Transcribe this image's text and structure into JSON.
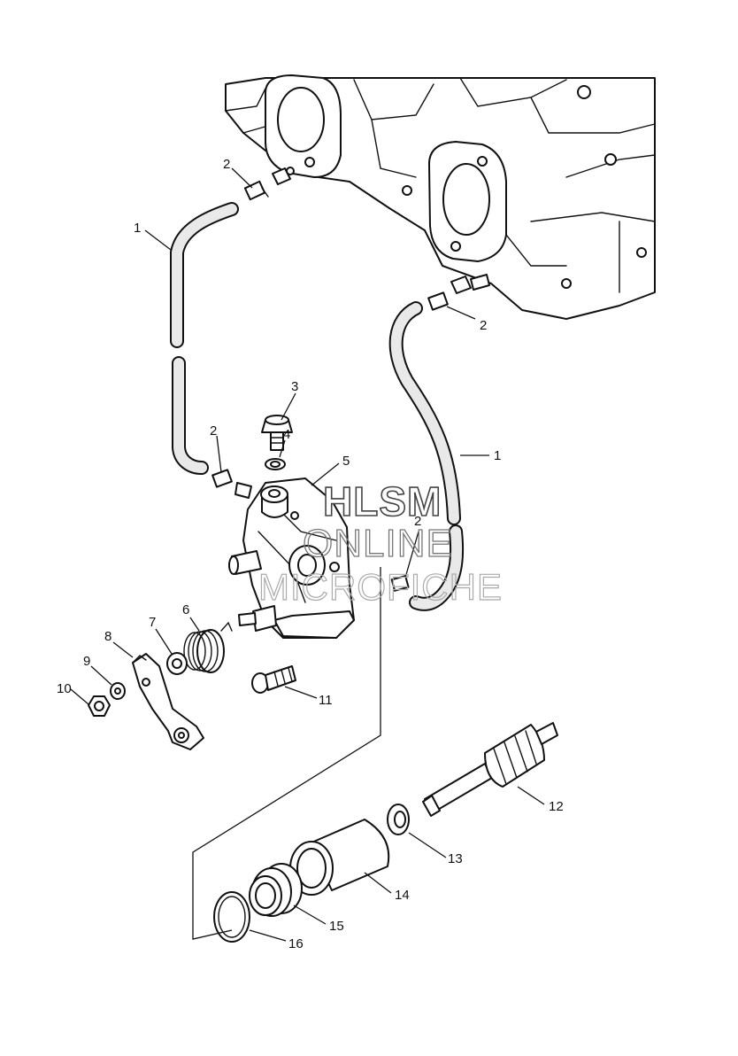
{
  "diagram": {
    "callouts": [
      "1",
      "2",
      "3",
      "4",
      "5",
      "6",
      "7",
      "8",
      "9",
      "10",
      "11",
      "12",
      "13",
      "14",
      "15",
      "16"
    ],
    "watermark": {
      "line1": "HLSM",
      "line2": "ONLINE",
      "line3": "MICROFICHE"
    }
  },
  "colors": {
    "ink": "#111111",
    "paper": "#ffffff",
    "hose_fill": "#e9e9e9"
  }
}
